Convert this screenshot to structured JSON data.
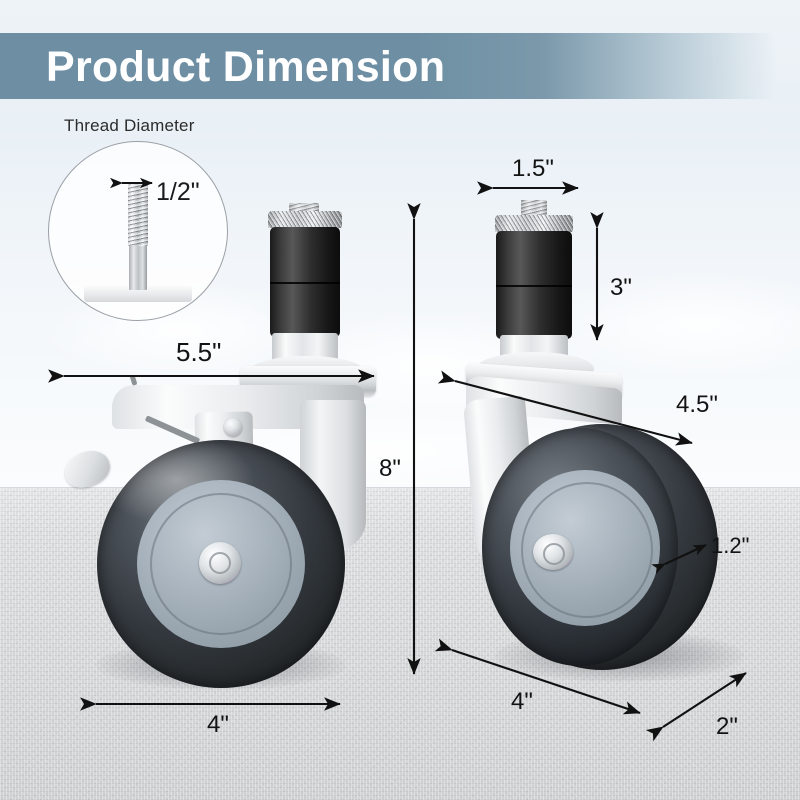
{
  "header": {
    "title": "Product Dimension",
    "banner_color": "#6e8fa3",
    "title_color": "#ffffff"
  },
  "inset": {
    "caption": "Thread Diameter",
    "dimension": "1/2\"",
    "shape": "circle"
  },
  "left_caster": {
    "name": "swivel-caster-with-brake",
    "dimensions": {
      "overall_width": "5.5\"",
      "wheel_diameter": "4\""
    }
  },
  "right_caster": {
    "name": "swivel-caster-plain",
    "dimensions": {
      "stem_width": "1.5\"",
      "stem_height": "3\"",
      "mount_depth": "4.5\"",
      "tread_width": "1.2\"",
      "wheel_diameter": "4\"",
      "base_depth": "2\""
    }
  },
  "shared": {
    "overall_height": "8\""
  },
  "dimension_labels": [
    {
      "id": "thread-diameter",
      "value": "1/2\""
    },
    {
      "id": "left-overall-width",
      "value": "5.5\""
    },
    {
      "id": "stem-width",
      "value": "1.5\""
    },
    {
      "id": "stem-height",
      "value": "3\""
    },
    {
      "id": "overall-height",
      "value": "8\""
    },
    {
      "id": "mount-depth",
      "value": "4.5\""
    },
    {
      "id": "tread-width",
      "value": "1.2\""
    },
    {
      "id": "left-wheel-diameter",
      "value": "4\""
    },
    {
      "id": "right-wheel-diameter",
      "value": "4\""
    },
    {
      "id": "base-depth",
      "value": "2\""
    }
  ],
  "colors": {
    "arrow": "#111111",
    "tire": "#2b3034",
    "hub": "#9eaab4",
    "metal": "#e6e9eb",
    "sleeve": "#1d1d1d"
  }
}
